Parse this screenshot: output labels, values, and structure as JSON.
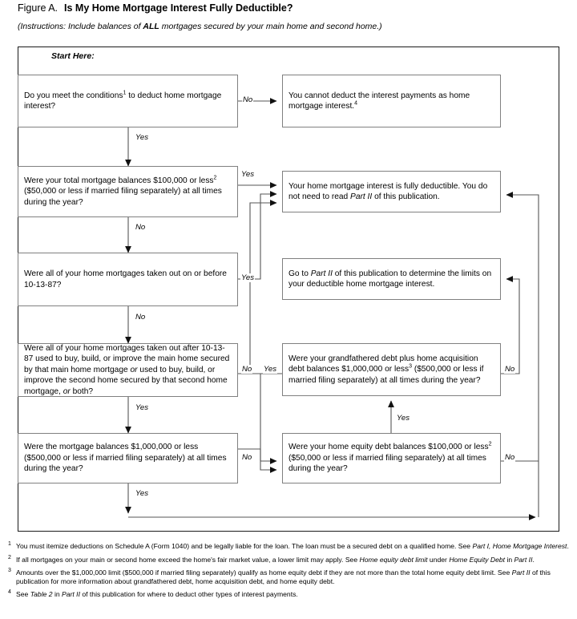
{
  "figure": {
    "label": "Figure A.",
    "title": "Is My Home Mortgage Interest Fully Deductible?",
    "instructions_pre": "(Instructions: Include balances of ",
    "instructions_bold": "ALL",
    "instructions_post": " mortgages secured by your main home and second home.)",
    "start_here": "Start Here:"
  },
  "chart_data": {
    "type": "diagram",
    "title": "Is My Home Mortgage Interest Fully Deductible?",
    "nodes": [
      {
        "id": "q1",
        "text": "Do you meet the conditions¹ to deduct home mortgage interest?"
      },
      {
        "id": "r1",
        "text": "You cannot deduct the interest payments as home mortgage interest.⁴"
      },
      {
        "id": "q2",
        "text": "Were your total mortgage balances $100,000 or less² ($50,000 or less if married filing separately) at all times during the year?"
      },
      {
        "id": "r2",
        "text": "Your home mortgage interest is fully deductible. You do not need to read Part II of this publication."
      },
      {
        "id": "q3",
        "text": "Were all of your home mortgages taken out on or before 10-13-87?"
      },
      {
        "id": "r3",
        "text": "Go to Part II of this publication to determine the limits on your deductible home mortgage interest."
      },
      {
        "id": "q4",
        "text": "Were all of your home mortgages taken out after 10-13-87 used to buy, build, or improve the main home secured by that main home mortgage or used to buy, build, or improve the second home secured by that second home mortgage, or both?"
      },
      {
        "id": "q5",
        "text": "Were your grandfathered debt plus home acquisition debt balances $1,000,000 or less³ ($500,000 or less if married filing separately) at all times during the year?"
      },
      {
        "id": "q6",
        "text": "Were the mortgage balances $1,000,000 or less ($500,000 or less if married filing separately) at all times during the year?"
      },
      {
        "id": "q7",
        "text": "Were your home equity debt balances $100,000 or less² ($50,000 or less if married filing separately) at all times during the year?"
      }
    ],
    "edges": [
      {
        "from": "q1",
        "to": "r1",
        "label": "No"
      },
      {
        "from": "q1",
        "to": "q2",
        "label": "Yes"
      },
      {
        "from": "q2",
        "to": "r2",
        "label": "Yes"
      },
      {
        "from": "q2",
        "to": "q3",
        "label": "No"
      },
      {
        "from": "q3",
        "to": "r2",
        "label": "Yes"
      },
      {
        "from": "q3",
        "to": "q4",
        "label": "No"
      },
      {
        "from": "q4",
        "to": "q5",
        "label": "No"
      },
      {
        "from": "q4",
        "to": "q6",
        "label": "Yes"
      },
      {
        "from": "q5",
        "to": "r2",
        "label": "Yes"
      },
      {
        "from": "q5",
        "to": "r3",
        "label": "No"
      },
      {
        "from": "q6",
        "to": "q7",
        "label": "No"
      },
      {
        "from": "q6",
        "to": "r2",
        "label": "Yes"
      },
      {
        "from": "q7",
        "to": "q5",
        "label": "Yes"
      },
      {
        "from": "q7",
        "to": "r2",
        "label": "No"
      }
    ]
  },
  "boxes": {
    "q1": {
      "t1": "Do you meet the conditions",
      "sup": "1",
      "t2": " to deduct home mortgage interest?"
    },
    "r1": {
      "t1": "You cannot deduct the interest payments as home mortgage interest.",
      "sup": "4"
    },
    "q2": {
      "t1": "Were your total mortgage balances $100,000 or less",
      "sup": "2",
      "t2": " ($50,000 or less if married filing separately) at all times during the year?"
    },
    "r2": {
      "t1": "Your home mortgage interest is fully deductible. You do not need to read ",
      "em": "Part II",
      "t2": " of this publication."
    },
    "q3": {
      "t1": "Were all of your home mortgages taken out on or before 10-13-87?"
    },
    "r3": {
      "t1": "Go to ",
      "em": "Part II",
      "t2": " of this publication to determine the limits on your deductible home mortgage interest."
    },
    "q4": {
      "t1": "Were all of your home mortgages taken out after 10-13-87 used to buy, build, or improve the main home secured by that main home mortgage ",
      "em": "or",
      "t2": " used to buy, build, or improve the second home secured by that second home mortgage, ",
      "em2": "or",
      "t3": " both?"
    },
    "q5": {
      "t1": "Were your grandfathered debt plus home acquisition debt balances $1,000,000 or less",
      "sup": "3",
      "t2": " ($500,000 or less if married filing separately) at all times during the year?"
    },
    "q6": {
      "t1": "Were the mortgage balances $1,000,000 or less ($500,000 or less if married filing separately) at all times during the year?"
    },
    "q7": {
      "t1": "Were your home equity debt balances $100,000 or less",
      "sup": "2",
      "t2": " ($50,000 or less if married filing separately) at all times during the year?"
    }
  },
  "labels": {
    "yes": "Yes",
    "no": "No",
    "q1_no": "No",
    "q1_yes": "Yes",
    "q2_yes": "Yes",
    "q2_no": "No",
    "q3_yes": "Yes",
    "q3_no": "No",
    "q4_no": "No",
    "q4_yes": "Yes",
    "q5_yes": "Yes",
    "q5_no": "No",
    "q6_no": "No",
    "q6_yes": "Yes",
    "q7_yes": "Yes",
    "q7_no": "No"
  },
  "notes": [
    {
      "num": "1",
      "t1": "You must itemize deductions on Schedule A (Form 1040) and be legally liable for the loan. The loan must be a secured debt on a qualified home. See ",
      "em": "Part I, Home Mortgage Interest",
      "t2": "."
    },
    {
      "num": "2",
      "t1": "If all mortgages on your main or second home exceed the home's fair market value, a lower limit may apply. See ",
      "em": "Home equity debt limit",
      "t2": " under ",
      "em2": "Home Equity Debt",
      "t3": " in ",
      "em3": "Part II",
      "t4": "."
    },
    {
      "num": "3",
      "t1": "Amounts over the $1,000,000 limit ($500,000 if married filing separately) qualify as home equity debt if they are not more than the total home equity debt limit. See ",
      "em": "Part II",
      "t2": " of this publication for more information about grandfathered debt, home acquisition debt, and home equity debt."
    },
    {
      "num": "4",
      "t1": "See ",
      "em": "Table 2",
      "t2": " in ",
      "em2": "Part II",
      "t3": " of this publication for where to deduct other types of interest payments."
    }
  ],
  "colors": {
    "frame": "#1a1a1a",
    "box_border": "#808080",
    "line": "#555555",
    "text": "#000000"
  }
}
